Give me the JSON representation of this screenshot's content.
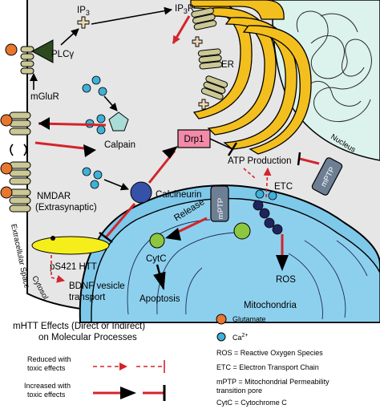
{
  "labels": {
    "ip3": "IP",
    "ip3_sub": "3",
    "ip3r": "IP",
    "ip3r_sub": "3",
    "ip3r_suffix": "R",
    "plcy": "PLCγ",
    "er": "ER",
    "nucleus": "Nucleus",
    "mglur": "mGluR",
    "calpain": "Calpain",
    "drp1": "Drp1",
    "atp_production": "ATP Production",
    "etc": "ETC",
    "nmdar_line1": "NMDAR",
    "nmdar_line2": "(Extrasynaptic)",
    "calcineurin": "Calcineurin",
    "release": "Release",
    "mptp_left": "mPTP",
    "mptp_right": "mPTP",
    "extracellular_space": "Extracellular Space",
    "cytosol": "Cytosol",
    "ps421_htt": "pS421 HTT",
    "bdnf_line1": "BDNF vesicle",
    "bdnf_line2": "transport",
    "cytc": "CytC",
    "ros": "ROS",
    "apoptosis": "Apoptosis",
    "mitochondria": "Mitochondria"
  },
  "legend": {
    "title_line1": "mHTT Effects (Direct or Indirect)",
    "title_line2": "on Molecular Processes",
    "reduced_line1": "Reduced with",
    "reduced_line2": "toxic effects",
    "increased_line1": "Increased with",
    "increased_line2": "toxic effects",
    "glutamate": "Glutamate",
    "calcium": "Ca",
    "calcium_sup": "2+",
    "ros_def": "ROS = Reactive Oxygen Species",
    "etc_def": "ETC = Electron Transport Chain",
    "mptp_def_line1": "mPTP = Mitochondrial Permeability",
    "mptp_def_line2": "transition pore",
    "cytc_def": "CytC = Cytochrome C"
  },
  "colors": {
    "inhibit_red": "#d3242c",
    "glutamate_orange": "#e8772e",
    "calcium_cyan": "#3fb1d8",
    "er_yellow": "#f3bf1e",
    "mito_blue": "#7ec8ea",
    "calcineurin_blue": "#3651a8",
    "drp1_pink": "#f28aa8",
    "htt_yellow": "#f5ee1a",
    "cytc_green": "#8dc63f",
    "plc_green": "#2d4a1f",
    "calpain_teal": "#a9dcd6",
    "receptor_khaki": "#cbc895",
    "cytosol_gray": "#e6e6e6",
    "etc_navy": "#20245c",
    "mptp_gray": "#6e7f94"
  }
}
